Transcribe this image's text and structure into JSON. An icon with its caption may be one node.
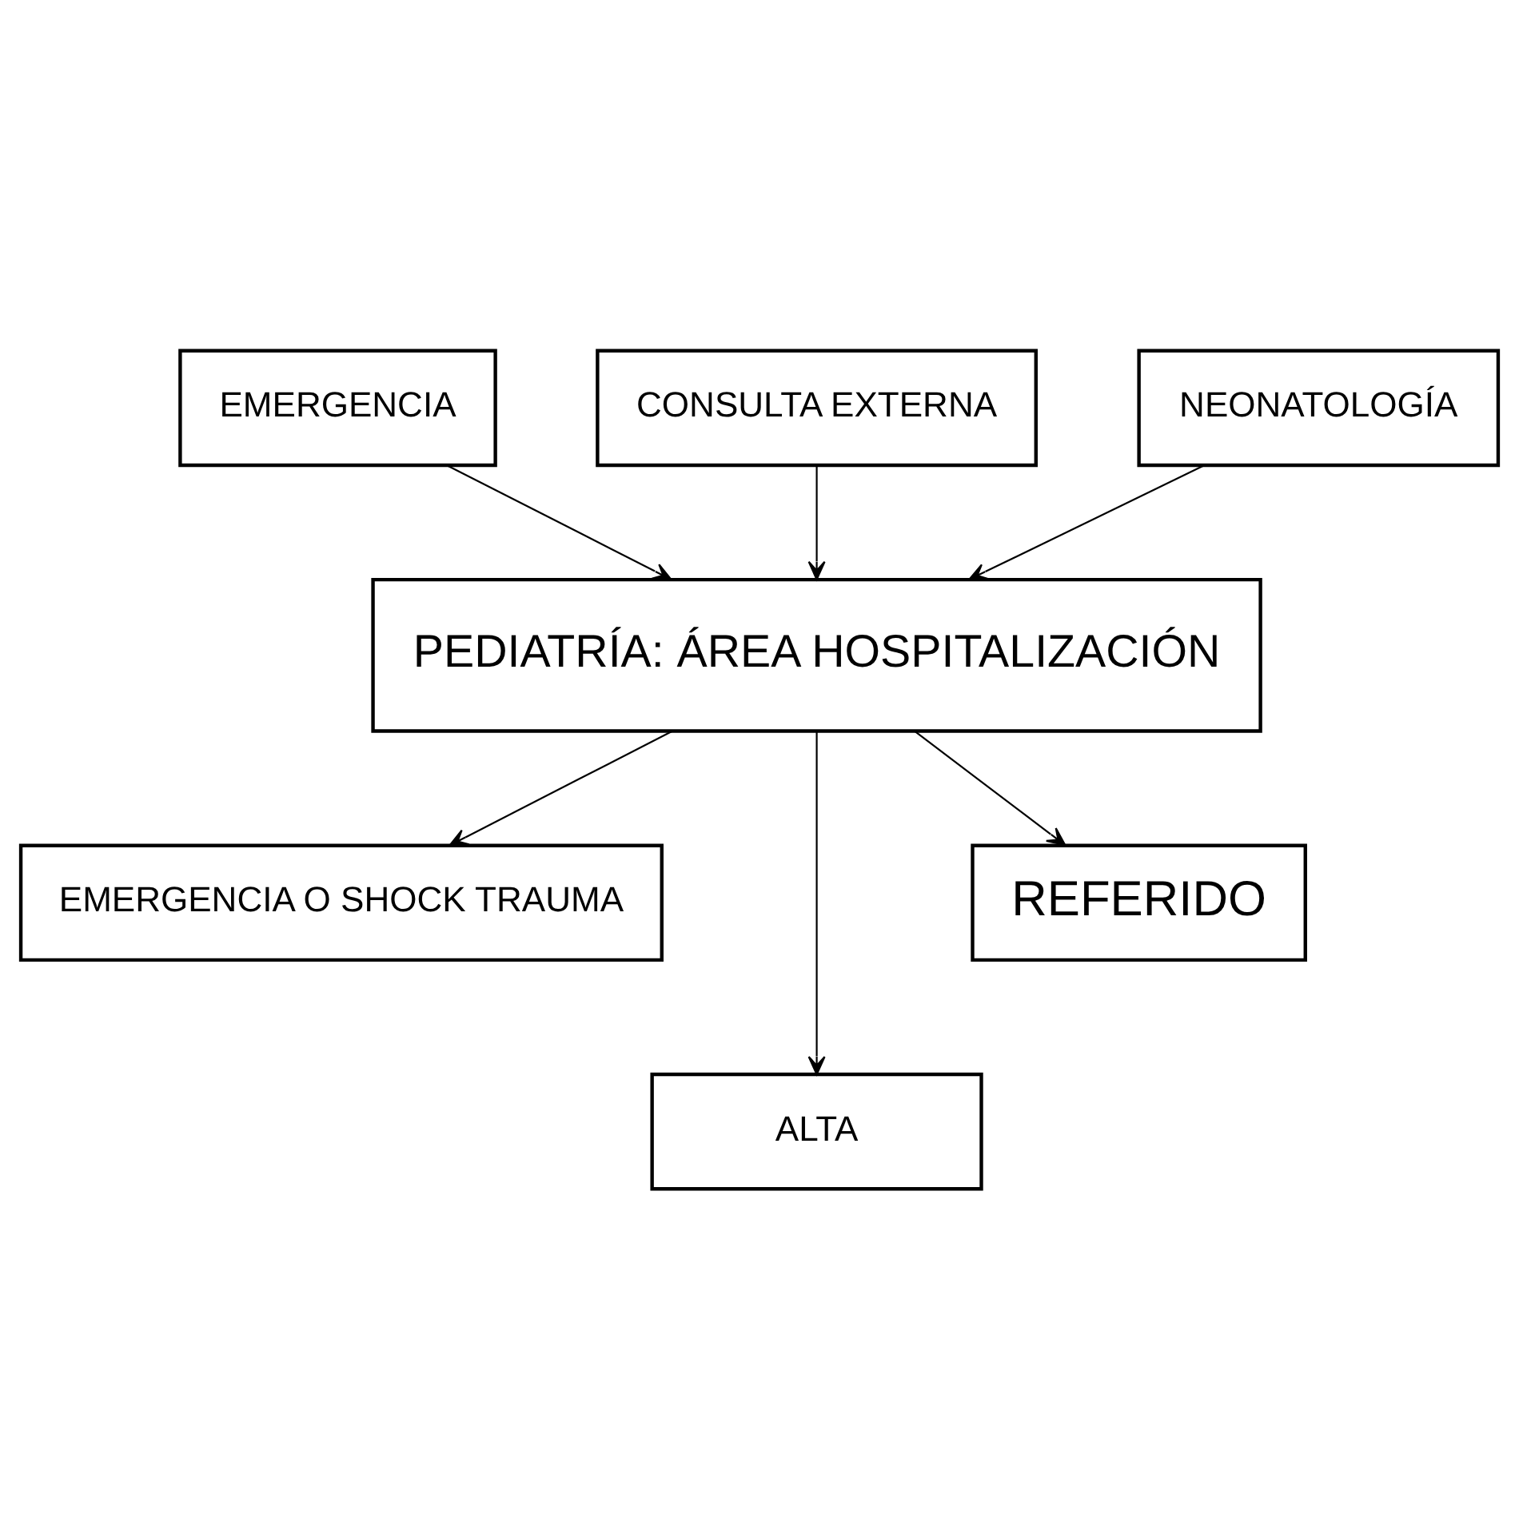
{
  "diagram": {
    "nodes": [
      {
        "text": [
          "EMERGENCIA"
        ]
      },
      {
        "text": [
          "NEONATOLOGÍA"
        ]
      },
      {
        "text": [
          "CONSULTA EXTERNA"
        ]
      },
      {
        "text": [
          "PEDIATRÍA: ÁREA HOSPITALIZACIÓN"
        ]
      },
      {
        "text": [
          "EMERGENCIA O SHOCK TRAUMA"
        ]
      },
      {
        "text": [
          "REFERIDO"
        ]
      },
      {
        "text": [
          "ALTA"
        ]
      }
    ],
    "edges": [
      {
        "from": 0,
        "to": 3,
        "arrow": "to"
      },
      {
        "from": 2,
        "to": 3,
        "arrow": "to"
      },
      {
        "from": 1,
        "to": 3,
        "arrow": "to"
      },
      {
        "from": 3,
        "to": 4,
        "arrow": "to"
      },
      {
        "from": 3,
        "to": 6,
        "arrow": "to"
      },
      {
        "from": 3,
        "to": 5,
        "arrow": "to"
      }
    ]
  }
}
